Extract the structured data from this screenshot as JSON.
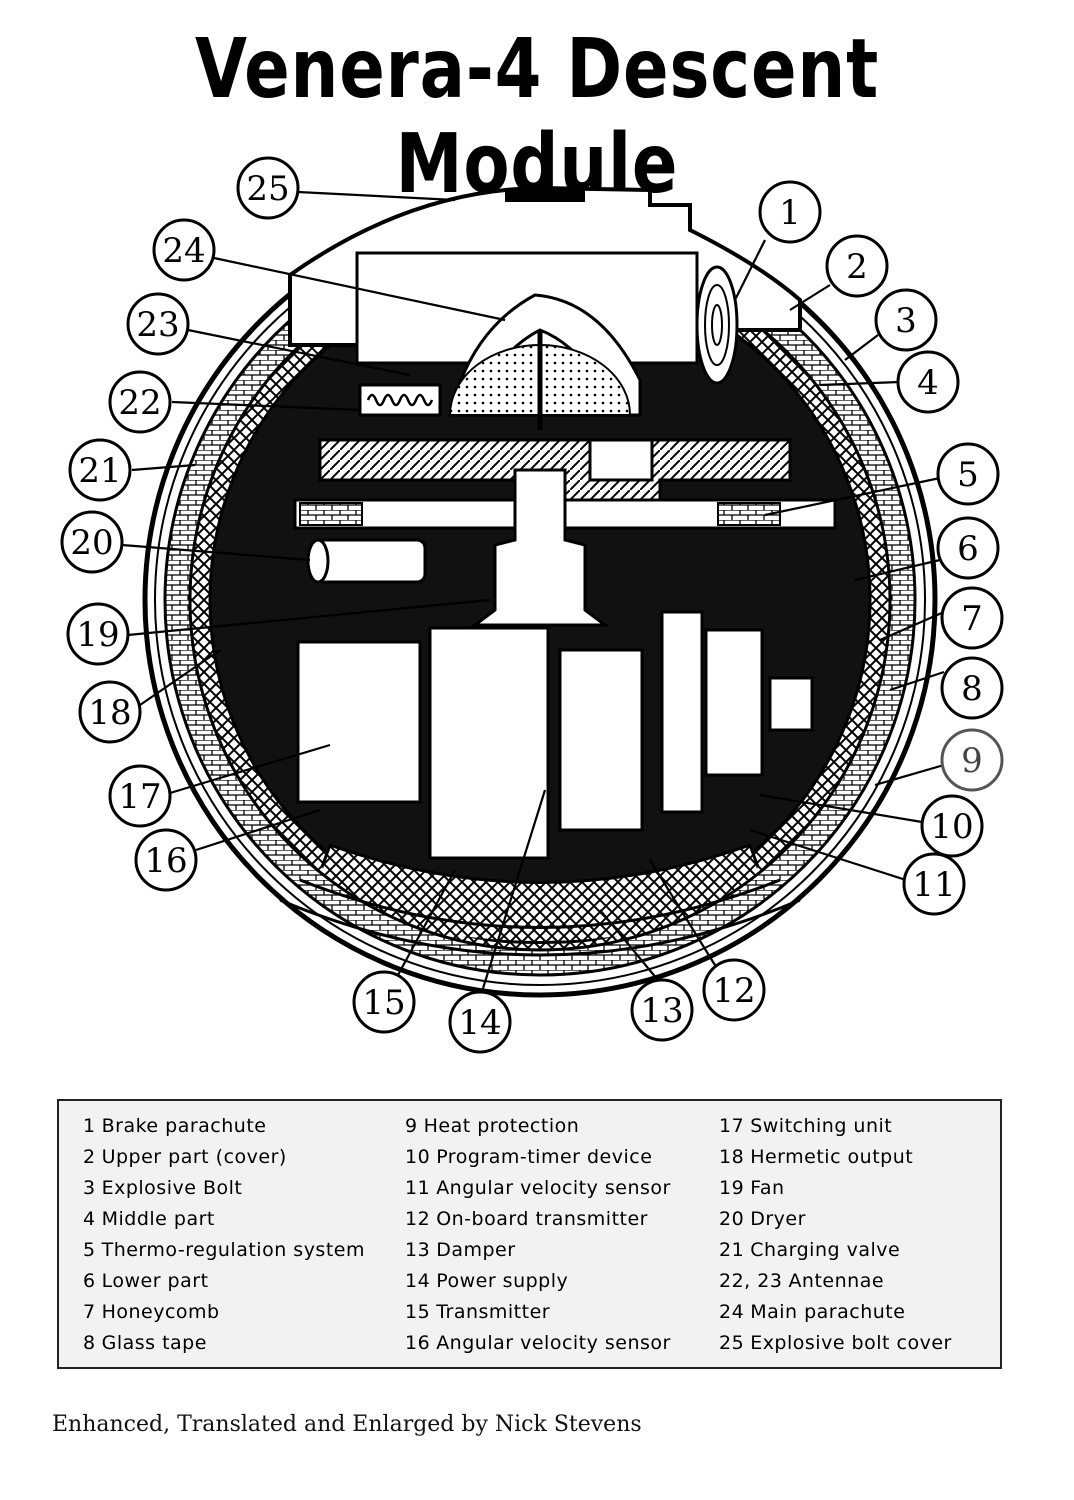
{
  "title": "Venera-4 Descent Module",
  "callouts": [
    "1",
    "2",
    "3",
    "4",
    "5",
    "6",
    "7",
    "8",
    "9",
    "10",
    "11",
    "12",
    "13",
    "14",
    "15",
    "16",
    "17",
    "18",
    "19",
    "20",
    "21",
    "22",
    "23",
    "24",
    "25"
  ],
  "legend": {
    "col1": [
      {
        "num": "1",
        "label": "Brake parachute"
      },
      {
        "num": "2",
        "label": "Upper part (cover)"
      },
      {
        "num": "3",
        "label": "Explosive Bolt"
      },
      {
        "num": "4",
        "label": "Middle part"
      },
      {
        "num": "5",
        "label": "Thermo-regulation system"
      },
      {
        "num": "6",
        "label": "Lower part"
      },
      {
        "num": "7",
        "label": "Honeycomb"
      },
      {
        "num": "8",
        "label": "Glass tape"
      }
    ],
    "col2": [
      {
        "num": "9",
        "label": "Heat protection"
      },
      {
        "num": "10",
        "label": "Program-timer device"
      },
      {
        "num": "11",
        "label": "Angular velocity sensor"
      },
      {
        "num": "12",
        "label": "On-board transmitter"
      },
      {
        "num": "13",
        "label": "Damper"
      },
      {
        "num": "14",
        "label": "Power supply"
      },
      {
        "num": "15",
        "label": "Transmitter"
      },
      {
        "num": "16",
        "label": "Angular velocity sensor"
      }
    ],
    "col3": [
      {
        "num": "17",
        "label": "Switching unit"
      },
      {
        "num": "18",
        "label": "Hermetic output"
      },
      {
        "num": "19",
        "label": "Fan"
      },
      {
        "num": "20",
        "label": "Dryer"
      },
      {
        "num": "21",
        "label": "Charging valve"
      },
      {
        "num": "22, 23",
        "label": "Antennae"
      },
      {
        "num": "24",
        "label": "Main parachute"
      },
      {
        "num": "25",
        "label": "Explosive bolt cover"
      }
    ]
  },
  "credit": "Enhanced,  Translated and Enlarged by Nick Stevens"
}
